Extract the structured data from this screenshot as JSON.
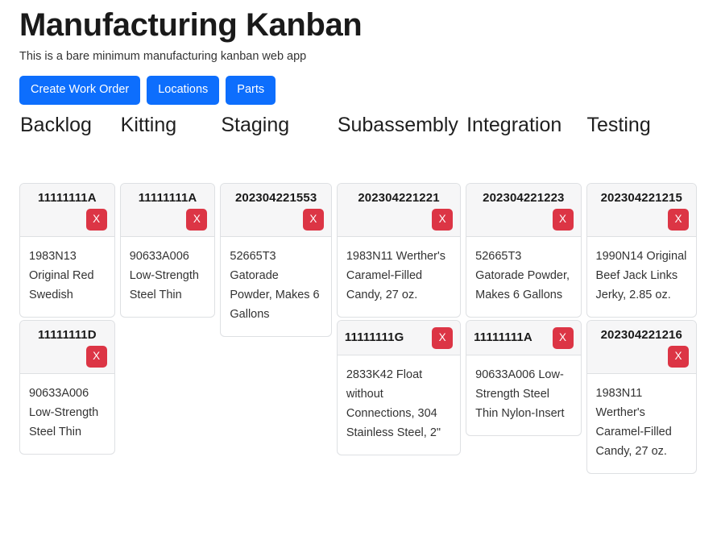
{
  "header": {
    "title": "Manufacturing Kanban",
    "subtitle": "This is a bare minimum manufacturing kanban web app"
  },
  "toolbar": {
    "buttons": [
      {
        "label": "Create Work Order",
        "name": "create-work-order-button"
      },
      {
        "label": "Locations",
        "name": "locations-button"
      },
      {
        "label": "Parts",
        "name": "parts-button"
      }
    ],
    "primary_color": "#0d6efd"
  },
  "board": {
    "delete_label": "X",
    "delete_color": "#dc3545",
    "columns": [
      {
        "name": "backlog",
        "header": "Backlog",
        "width": 120,
        "cards": [
          {
            "id": "11111111A",
            "part": "1983N13 Original Red Swedish",
            "header_layout": "wrap"
          },
          {
            "id": "11111111D",
            "part": "90633A006 Low-Strength Steel Thin",
            "header_layout": "wrap"
          }
        ]
      },
      {
        "name": "kitting",
        "header": "Kitting",
        "width": 120,
        "cards": [
          {
            "id": "11111111A",
            "part": "90633A006 Low-Strength Steel Thin",
            "header_layout": "wrap"
          }
        ]
      },
      {
        "name": "staging",
        "header": "Staging",
        "width": 140,
        "cards": [
          {
            "id": "202304221553",
            "part": "52665T3 Gatorade Powder, Makes 6 Gallons",
            "header_layout": "wrap"
          }
        ]
      },
      {
        "name": "subassembly",
        "header": "Subassembly",
        "width": 156,
        "cards": [
          {
            "id": "202304221221",
            "part": "1983N11 Werther's Caramel-Filled Candy, 27 oz.",
            "header_layout": "wrap"
          },
          {
            "id": "11111111G",
            "part": "2833K42 Float without Connections, 304 Stainless Steel, 2\"",
            "header_layout": "inline"
          }
        ]
      },
      {
        "name": "integration",
        "header": "Integration",
        "width": 145,
        "cards": [
          {
            "id": "202304221223",
            "part": "52665T3 Gatorade Powder, Makes 6 Gallons",
            "header_layout": "wrap"
          },
          {
            "id": "11111111A",
            "part": "90633A006 Low-Strength Steel Thin Nylon-Insert",
            "header_layout": "wrap"
          }
        ]
      },
      {
        "name": "testing",
        "header": "Testing",
        "width": 139,
        "cards": [
          {
            "id": "202304221215",
            "part": "1990N14 Original Beef Jack Links Jerky, 2.85 oz.",
            "header_layout": "wrap"
          },
          {
            "id": "202304221216",
            "part": "1983N11 Werther's Caramel-Filled Candy, 27 oz.",
            "header_layout": "wrap"
          }
        ]
      }
    ]
  }
}
